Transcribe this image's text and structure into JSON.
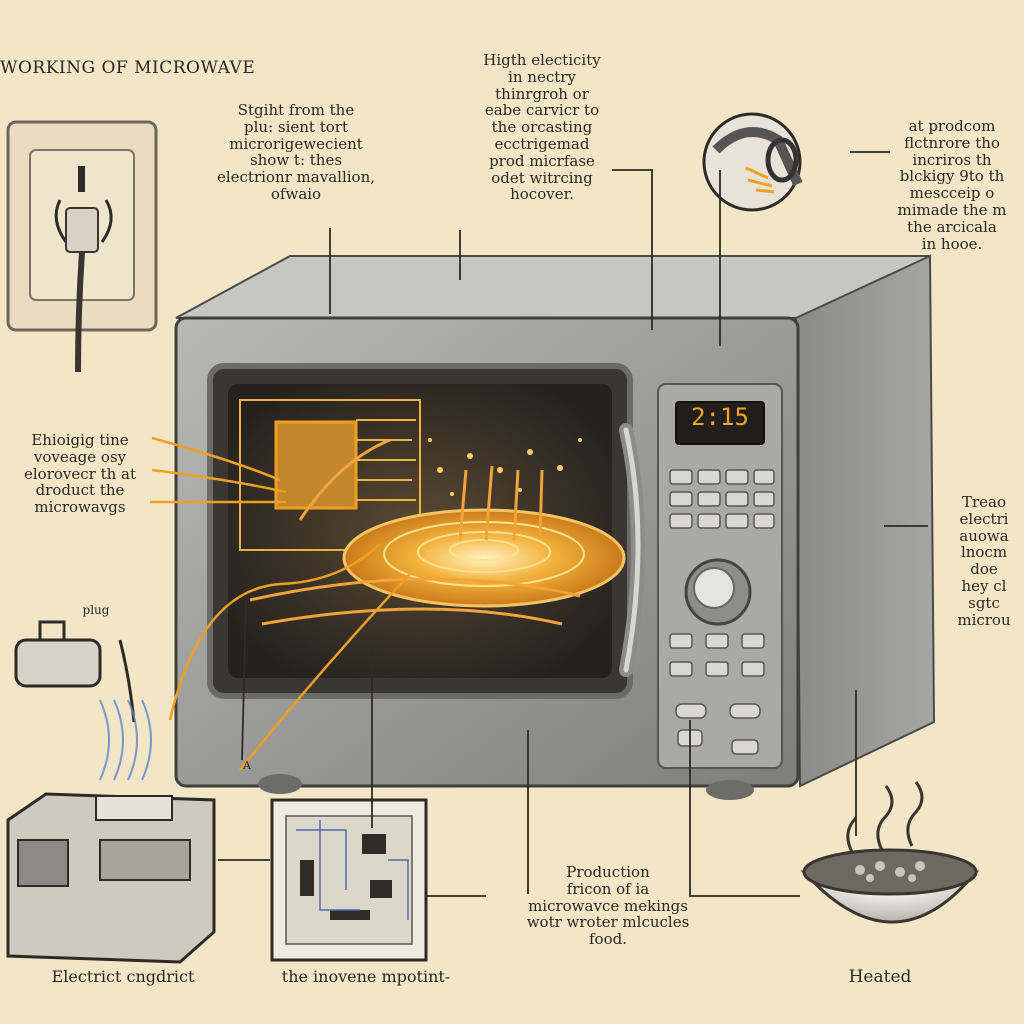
{
  "title": "WORKING OF MICROWAVE",
  "labels": {
    "plug_note": "Stgiht from the\nplu: sient tort\nmicrorigewecient\nshow t: thes\nelectrionr mavallion,\nofwaio",
    "high_electricity": "Higth electicity\nin nectry\nthinrgroh or\neabe carvicr to\nthe orcasting\necctrigemad\nprod micrfase\nodet witrcing\nhocover.",
    "magnetron_note": "at prodcom\nflctnrore tho\nincriros th\nblckigy 9to th\nmescceip o\nmimade the m\nthe arcicala\nin hooe.",
    "waveguide_note": "Ehioigig tine\nvoveage osy\nelorovecr th at\ndroduct the\nmicrowavgs",
    "right_note": "Treao\nelectri\nauowa\nlnocm\ndoe\nhey cl\nsgtc\nmicrou",
    "plug_small": "plug",
    "arrow_a": "A",
    "bottom_left": "Electrict cngdrict",
    "bottom_mid": "the inovene mpotint-",
    "production_note": "Production\nfricon of ia\nmicrowavce mekings\nwotr wroter mlcucles\nfood.",
    "heated": "Heated",
    "display": "2:15"
  },
  "colors": {
    "paper": "#f3e6c6",
    "glow": "#f0a020",
    "metal": "#9a9a98",
    "ink": "#2b2824"
  }
}
